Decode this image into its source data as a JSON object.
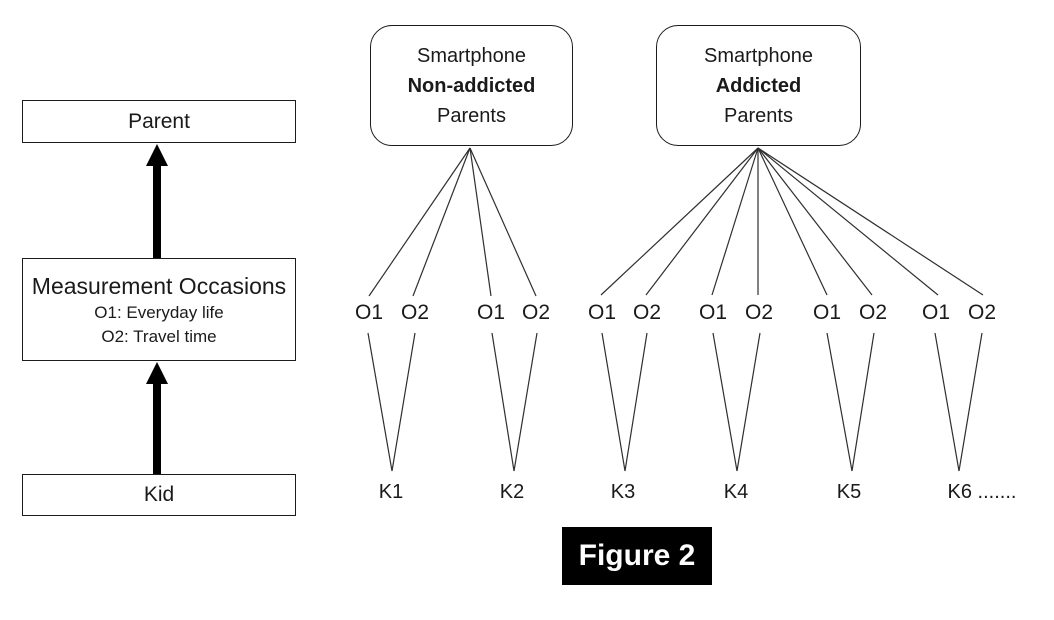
{
  "figure": {
    "caption": "Figure 2"
  },
  "left_panel": {
    "parent_box_label": "Parent",
    "occasions_box": {
      "title": "Measurement Occasions",
      "item1": "O1: Everyday life",
      "item2": "O2: Travel time"
    },
    "kid_box_label": "Kid"
  },
  "parent_groups": [
    {
      "line1": "Smartphone",
      "line2": "Non-addicted",
      "line3": "Parents"
    },
    {
      "line1": "Smartphone",
      "line2": "Addicted",
      "line3": "Parents"
    }
  ],
  "occasion_labels": {
    "o1": "O1",
    "o2": "O2"
  },
  "kid_labels": [
    "K1",
    "K2",
    "K3",
    "K4",
    "K5",
    "K6 ......."
  ],
  "colors": {
    "background": "#ffffff",
    "box_border": "#1c1c1c",
    "text": "#1a1a1a",
    "connector_line": "#2f2f2f",
    "arrow_fill": "#000000",
    "caption_background": "#000000",
    "caption_text": "#ffffff"
  }
}
